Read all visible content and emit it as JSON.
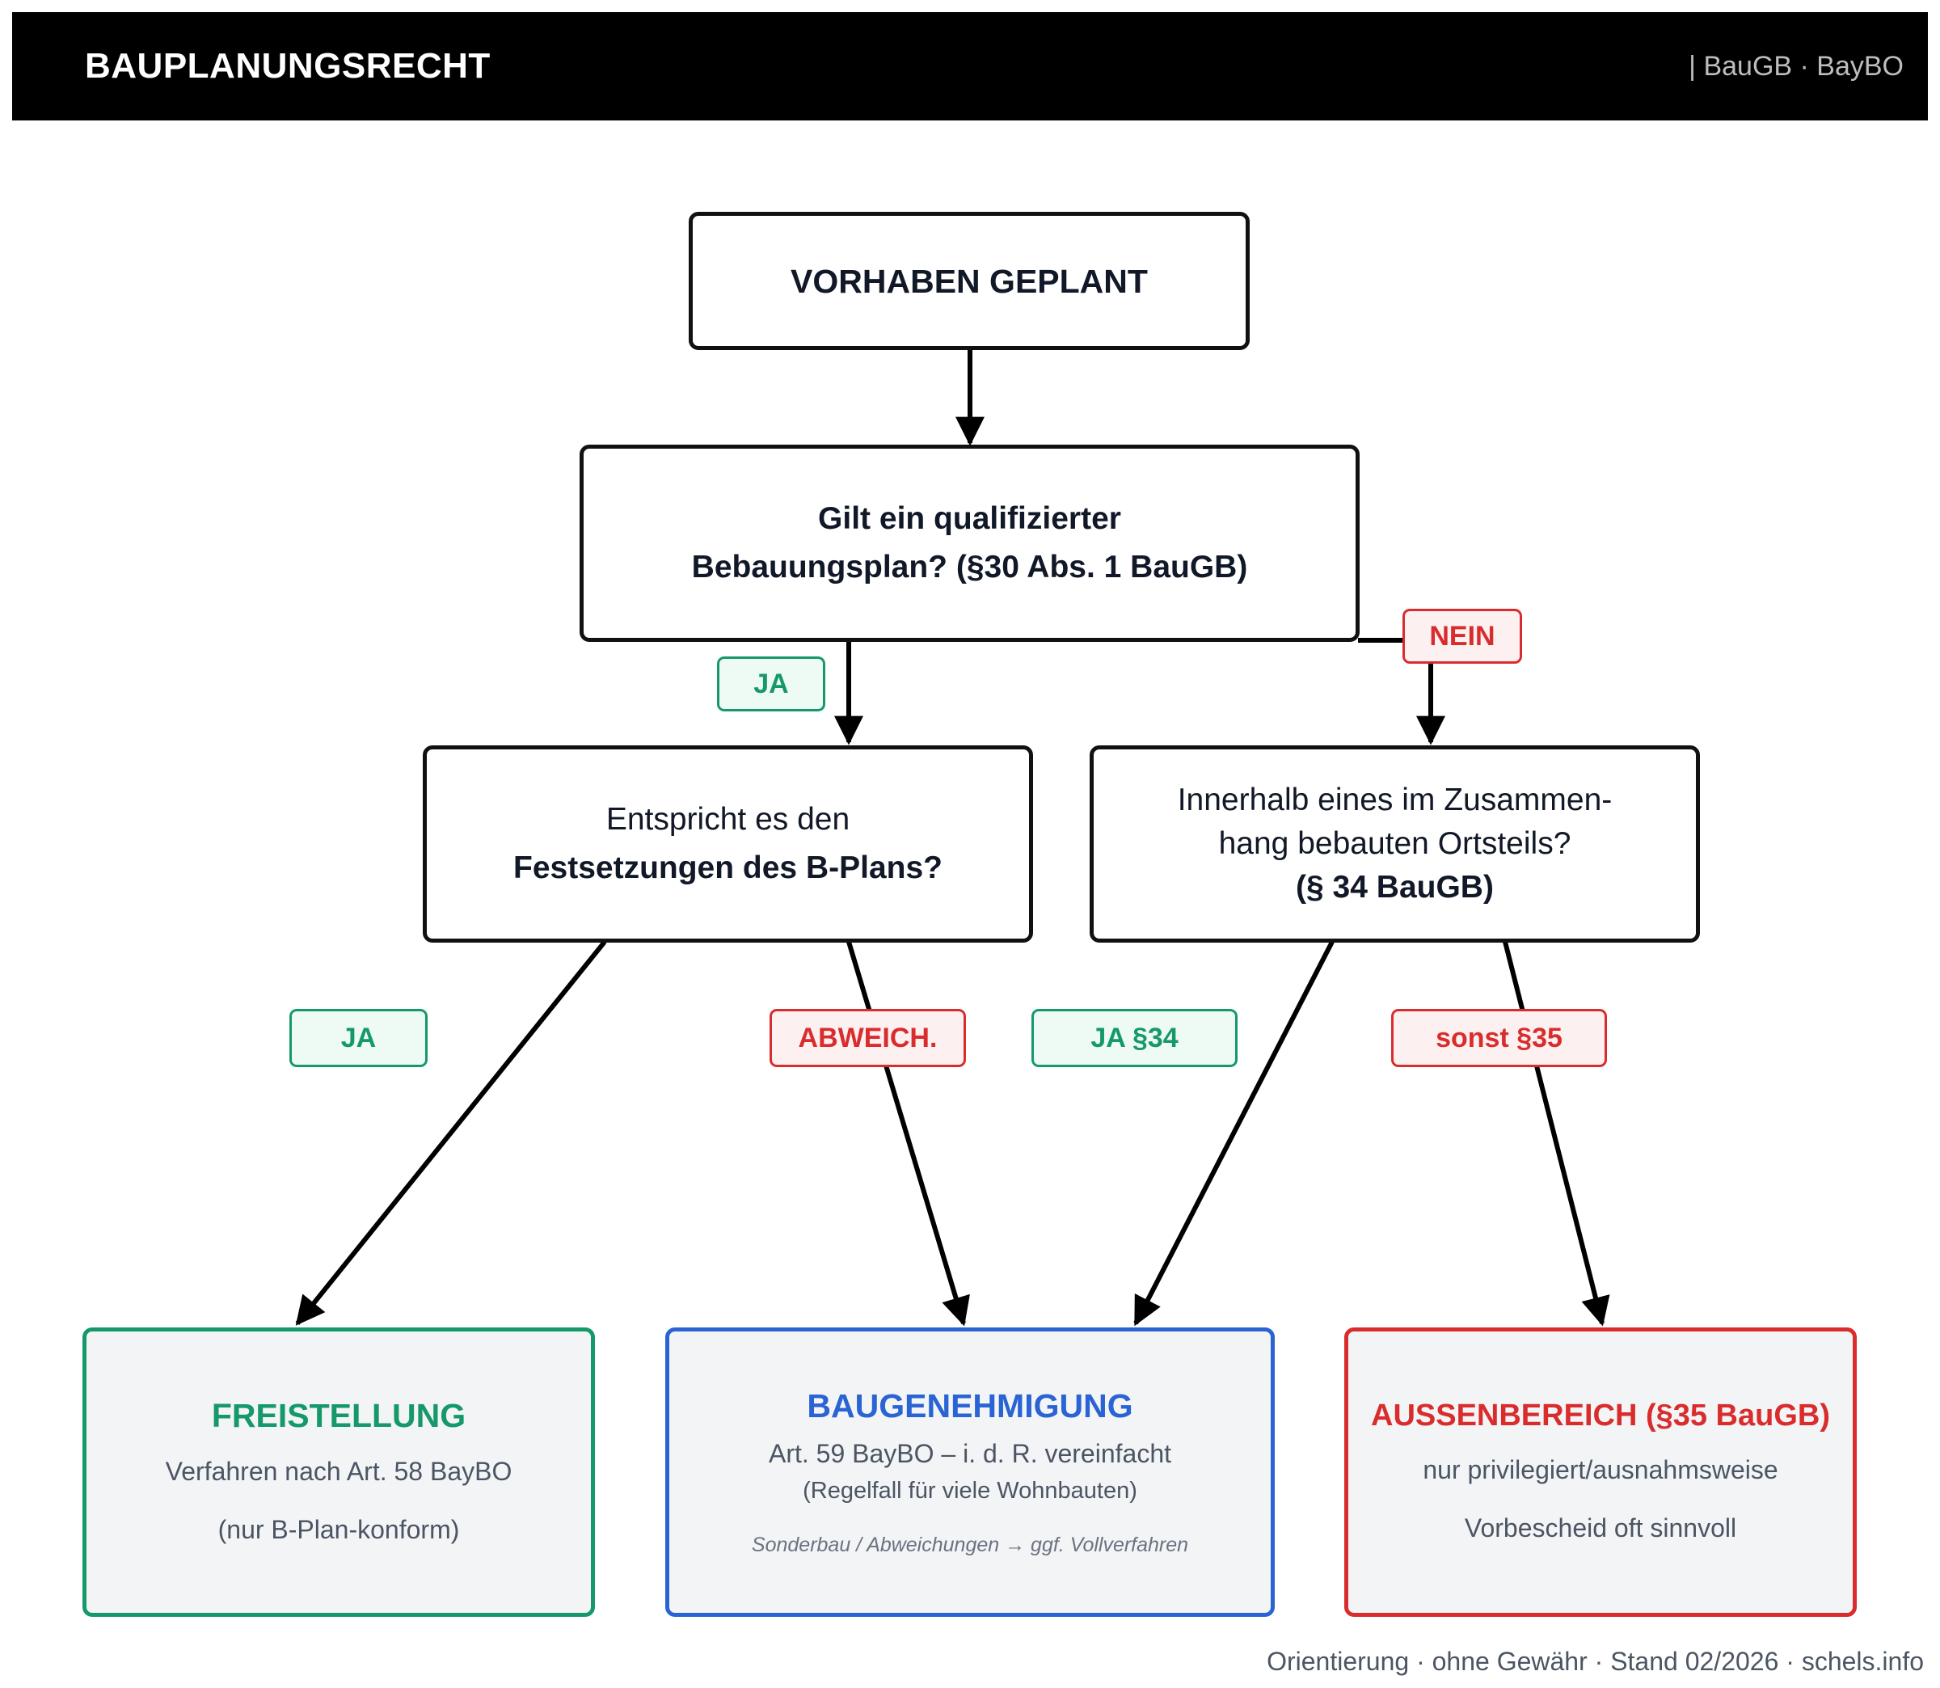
{
  "header": {
    "title": "BAUPLANUNGSRECHT",
    "tag": "| BauGB · BayBO"
  },
  "start": {
    "label": "VORHABEN GEPLANT"
  },
  "q1": {
    "line1": "Gilt ein qualifizierter",
    "line2": "Bebauungsplan? (§30 Abs. 1 BauGB)"
  },
  "q2": {
    "line1": "Entspricht es den",
    "line2": "Festsetzungen des B-Plans?"
  },
  "q3": {
    "line1": "Innerhalb eines im Zusammen-",
    "line2": "hang bebauten Ortsteils?",
    "line3": "(§ 34 BauGB)"
  },
  "labels": {
    "ja_top": "JA",
    "nein_top": "NEIN",
    "ja_left": "JA",
    "abweich": "ABWEICH.",
    "ja_34": "JA §34",
    "sonst_35": "sonst §35"
  },
  "results": {
    "freistellung": {
      "title": "FREISTELLUNG",
      "line1": "Verfahren nach Art. 58 BayBO",
      "line2": "(nur B-Plan-konform)"
    },
    "baugenehmigung": {
      "title": "BAUGENEHMIGUNG",
      "line1": "Art. 59 BayBO – i. d. R. vereinfacht",
      "line2": "(Regelfall für viele Wohnbauten)",
      "note": "Sonderbau / Abweichungen → ggf. Vollverfahren"
    },
    "aussenbereich": {
      "title": "AUSSENBEREICH (§35 BauGB)",
      "line1": "nur privilegiert/ausnahmsweise",
      "line2": "Vorbescheid oft sinnvoll"
    }
  },
  "footer": "Orientierung · ohne Gewähr · Stand 02/2026 · schels.info",
  "colors": {
    "green": "#16996a",
    "red": "#d92d2d",
    "blue": "#2a63d4",
    "dark": "#111111"
  }
}
